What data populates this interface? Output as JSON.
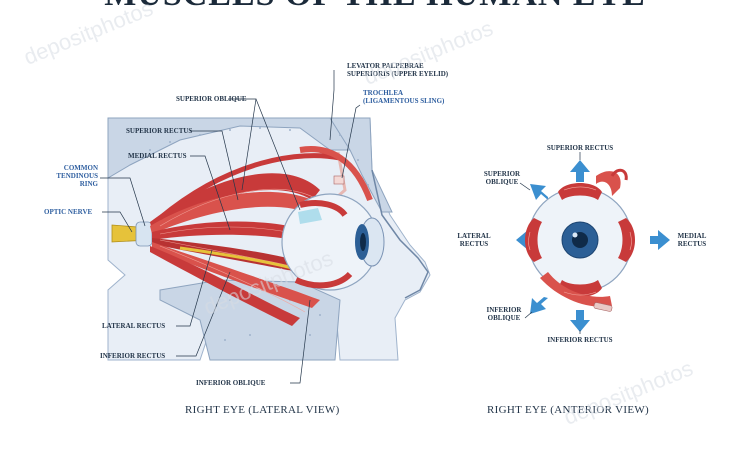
{
  "title": "MUSCLES OF THE HUMAN EYE",
  "lateral_view": {
    "caption": "RIGHT EYE (LATERAL VIEW)",
    "labels": {
      "superior_oblique": "SUPERIOR OBLIQUE",
      "levator_line1": "LEVATOR PALPEBRAE",
      "levator_line2": "SUPERIORIS (UPPER EYELID)",
      "trochlea_line1": "TROCHLEA",
      "trochlea_line2": "(LIGAMENTOUS SLING)",
      "superior_rectus": "SUPERIOR RECTUS",
      "medial_rectus": "MEDIAL RECTUS",
      "common_line1": "COMMON",
      "common_line2": "TENDINOUS",
      "common_line3": "RING",
      "optic_nerve": "OPTIC NERVE",
      "lateral_rectus": "LATERAL RECTUS",
      "inferior_rectus": "INFERIOR RECTUS",
      "inferior_oblique": "INFERIOR OBLIQUE"
    }
  },
  "anterior_view": {
    "caption": "RIGHT EYE (ANTERIOR VIEW)",
    "labels": {
      "superior_rectus": "SUPERIOR RECTUS",
      "superior_oblique_line1": "SUPERIOR",
      "superior_oblique_line2": "OBLIQUE",
      "lateral_rectus_line1": "LATERAL",
      "lateral_rectus_line2": "RECTUS",
      "medial_rectus_line1": "MEDIAL",
      "medial_rectus_line2": "RECTUS",
      "inferior_oblique_line1": "INFERIOR",
      "inferior_oblique_line2": "OBLIQUE",
      "inferior_rectus": "INFERIOR RECTUS"
    }
  },
  "watermark": "depositphotos",
  "colors": {
    "muscle": "#c83a3a",
    "muscle_light": "#e88b84",
    "bone": "#c9d6e6",
    "bone_dark": "#9fb3cc",
    "tissue": "#e6edf6",
    "iris": "#2c5f96",
    "arrow": "#3b8fd0",
    "nerve": "#e6c23a",
    "ink": "#24364a"
  }
}
